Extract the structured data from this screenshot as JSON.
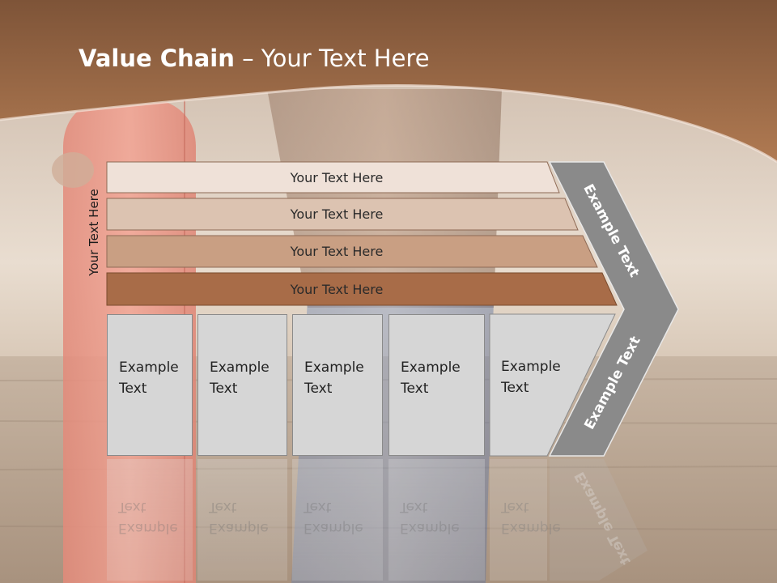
{
  "colors": {
    "header_brown": "#9c6a45",
    "bar1": "#efe1d8",
    "bar2": "#dcc3b1",
    "bar3": "#c99f83",
    "bar4": "#a86c48",
    "chevron": "#8a8a8a",
    "box": "#d6d6d6"
  },
  "title": {
    "bold": "Value Chain",
    "rest": " – Your Text Here"
  },
  "side_label": "Your Text Here",
  "bars": [
    {
      "label": "Your Text Here"
    },
    {
      "label": "Your Text Here"
    },
    {
      "label": "Your Text Here"
    },
    {
      "label": "Your Text Here"
    }
  ],
  "boxes": [
    {
      "line1": "Example",
      "line2": "Text"
    },
    {
      "line1": "Example",
      "line2": "Text"
    },
    {
      "line1": "Example",
      "line2": "Text"
    },
    {
      "line1": "Example",
      "line2": "Text"
    },
    {
      "line1": "Example",
      "line2": "Text"
    }
  ],
  "chevron": {
    "upper": "Example Text",
    "lower": "Example Text"
  },
  "icons": [
    "surfer-photo-background"
  ]
}
